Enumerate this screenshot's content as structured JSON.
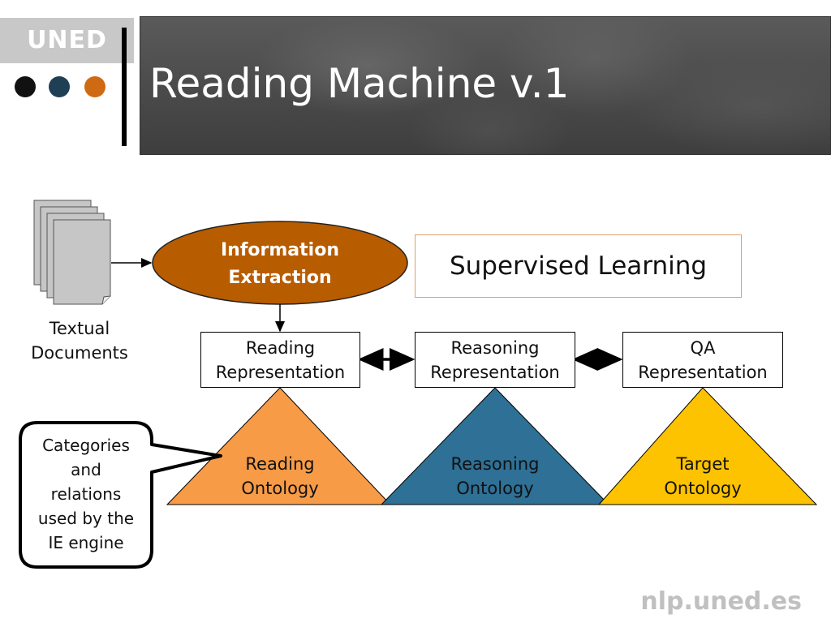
{
  "header": {
    "logo": "UNED",
    "title": "Reading Machine v.1",
    "dots": [
      "#111111",
      "#1f3f55",
      "#d06a12"
    ]
  },
  "diagram": {
    "documents_label": [
      "Textual",
      "Documents"
    ],
    "ie_label": [
      "Information",
      "Extraction"
    ],
    "supervised_label": "Supervised Learning",
    "representations": [
      {
        "line1": "Reading",
        "line2": "Representation"
      },
      {
        "line1": "Reasoning",
        "line2": "Representation"
      },
      {
        "line1": "QA",
        "line2": "Representation"
      }
    ],
    "ontologies": [
      {
        "line1": "Reading",
        "line2": "Ontology",
        "color": "#f79b47"
      },
      {
        "line1": "Reasoning",
        "line2": "Ontology",
        "color": "#2e7096"
      },
      {
        "line1": "Target",
        "line2": "Ontology",
        "color": "#fdc200"
      }
    ],
    "callout": [
      "Categories",
      "and",
      "relations",
      "used by the",
      "IE engine"
    ]
  },
  "footer": {
    "site": "nlp.uned.es"
  }
}
